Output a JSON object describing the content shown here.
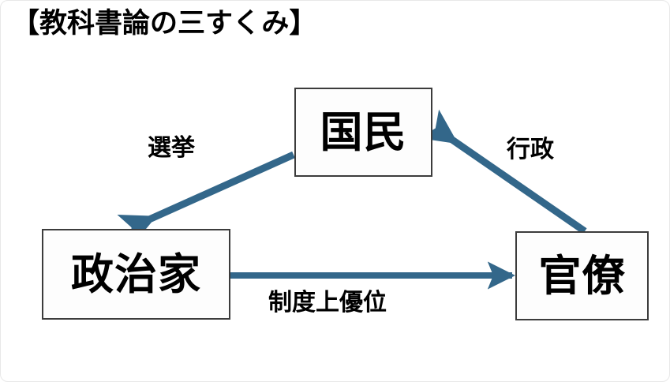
{
  "slide": {
    "title": "【教科書論の三すくみ】",
    "background_color": "#ffffff",
    "accent_color": "#33678a",
    "box_border_color": "#3c3c3c",
    "text_color": "#000000"
  },
  "nodes": [
    {
      "id": "kokumin",
      "label": "国民"
    },
    {
      "id": "seijika",
      "label": "政治家"
    },
    {
      "id": "kanryo",
      "label": "官僚"
    }
  ],
  "edges": [
    {
      "id": "senkyo",
      "label": "選挙",
      "from": "国民",
      "to": "政治家"
    },
    {
      "id": "gyousei",
      "label": "行政",
      "from": "官僚",
      "to": "国民"
    },
    {
      "id": "seido",
      "label": "制度上優位",
      "from": "政治家",
      "to": "官僚"
    }
  ],
  "chart_data": {
    "type": "diagram",
    "title": "【教科書論の三すくみ】",
    "nodes": [
      "国民",
      "政治家",
      "官僚"
    ],
    "edges": [
      {
        "source": "国民",
        "target": "政治家",
        "label": "選挙"
      },
      {
        "source": "政治家",
        "target": "官僚",
        "label": "制度上優位"
      },
      {
        "source": "官僚",
        "target": "国民",
        "label": "行政"
      }
    ]
  }
}
